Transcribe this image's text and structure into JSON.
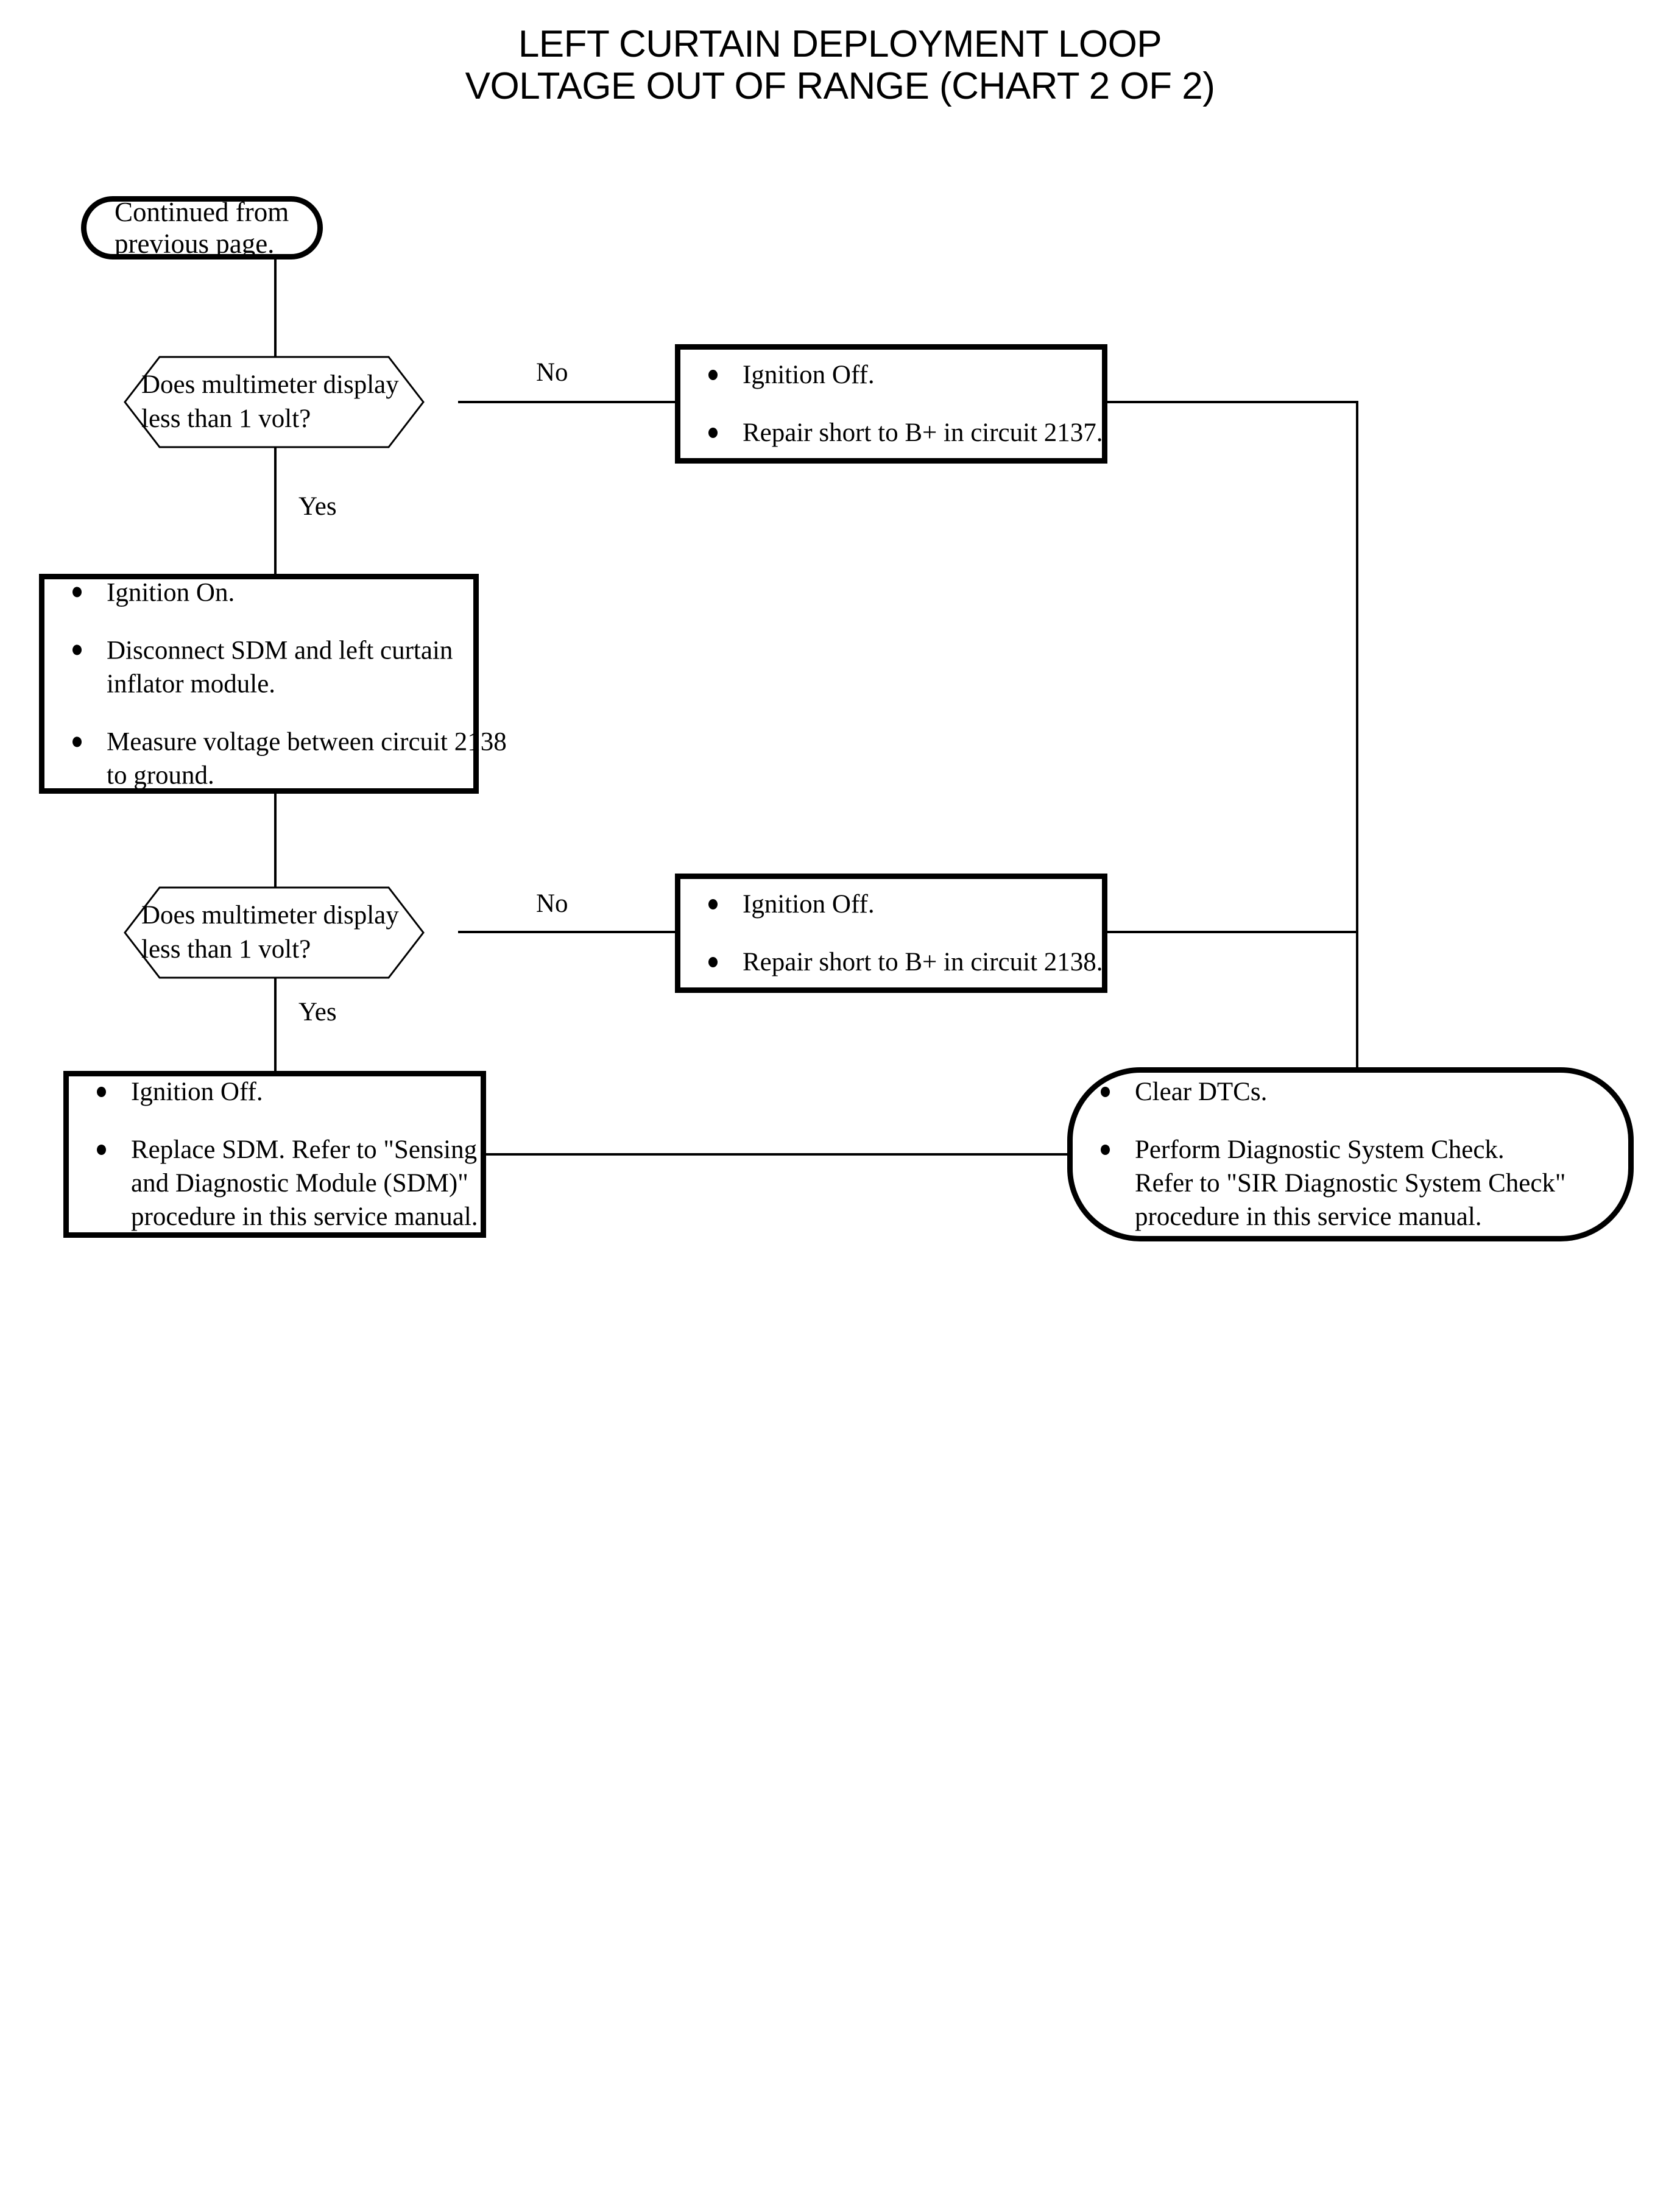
{
  "title": {
    "line1": "LEFT CURTAIN DEPLOYMENT LOOP",
    "line2": "VOLTAGE OUT OF RANGE (CHART 2 OF 2)"
  },
  "colors": {
    "ink": "#000000",
    "paper": "#ffffff"
  },
  "nodes": {
    "start": {
      "shape": "terminator",
      "text": "Continued from previous page."
    },
    "decision1": {
      "shape": "hexagon",
      "line1": "Does multimeter display",
      "line2": "less than 1 volt?"
    },
    "repair2137": {
      "shape": "process",
      "bullets": [
        {
          "lines": [
            "Ignition Off."
          ]
        },
        {
          "lines": [
            "Repair short to B+ in circuit 2137."
          ]
        }
      ]
    },
    "measure2138": {
      "shape": "process",
      "bullets": [
        {
          "lines": [
            "Ignition On."
          ]
        },
        {
          "lines": [
            "Disconnect SDM and left curtain",
            "inflator module."
          ]
        },
        {
          "lines": [
            "Measure voltage between circuit 2138",
            "to ground."
          ]
        }
      ]
    },
    "decision2": {
      "shape": "hexagon",
      "line1": "Does multimeter display",
      "line2": "less than 1 volt?"
    },
    "repair2138": {
      "shape": "process",
      "bullets": [
        {
          "lines": [
            "Ignition Off."
          ]
        },
        {
          "lines": [
            "Repair short to B+ in circuit 2138."
          ]
        }
      ]
    },
    "replaceSdm": {
      "shape": "process",
      "bullets": [
        {
          "lines": [
            "Ignition Off."
          ]
        },
        {
          "lines": [
            "Replace SDM.  Refer to \"Sensing",
            "and Diagnostic Module (SDM)\"",
            "procedure in this service manual."
          ]
        }
      ]
    },
    "finish": {
      "shape": "terminator",
      "bullets": [
        {
          "lines": [
            "Clear DTCs."
          ]
        },
        {
          "lines": [
            "Perform Diagnostic System Check.",
            "Refer to \"SIR Diagnostic System Check\"",
            "procedure in this service manual."
          ]
        }
      ]
    }
  },
  "edges": {
    "no1": "No",
    "yes1": "Yes",
    "no2": "No",
    "yes2": "Yes"
  }
}
